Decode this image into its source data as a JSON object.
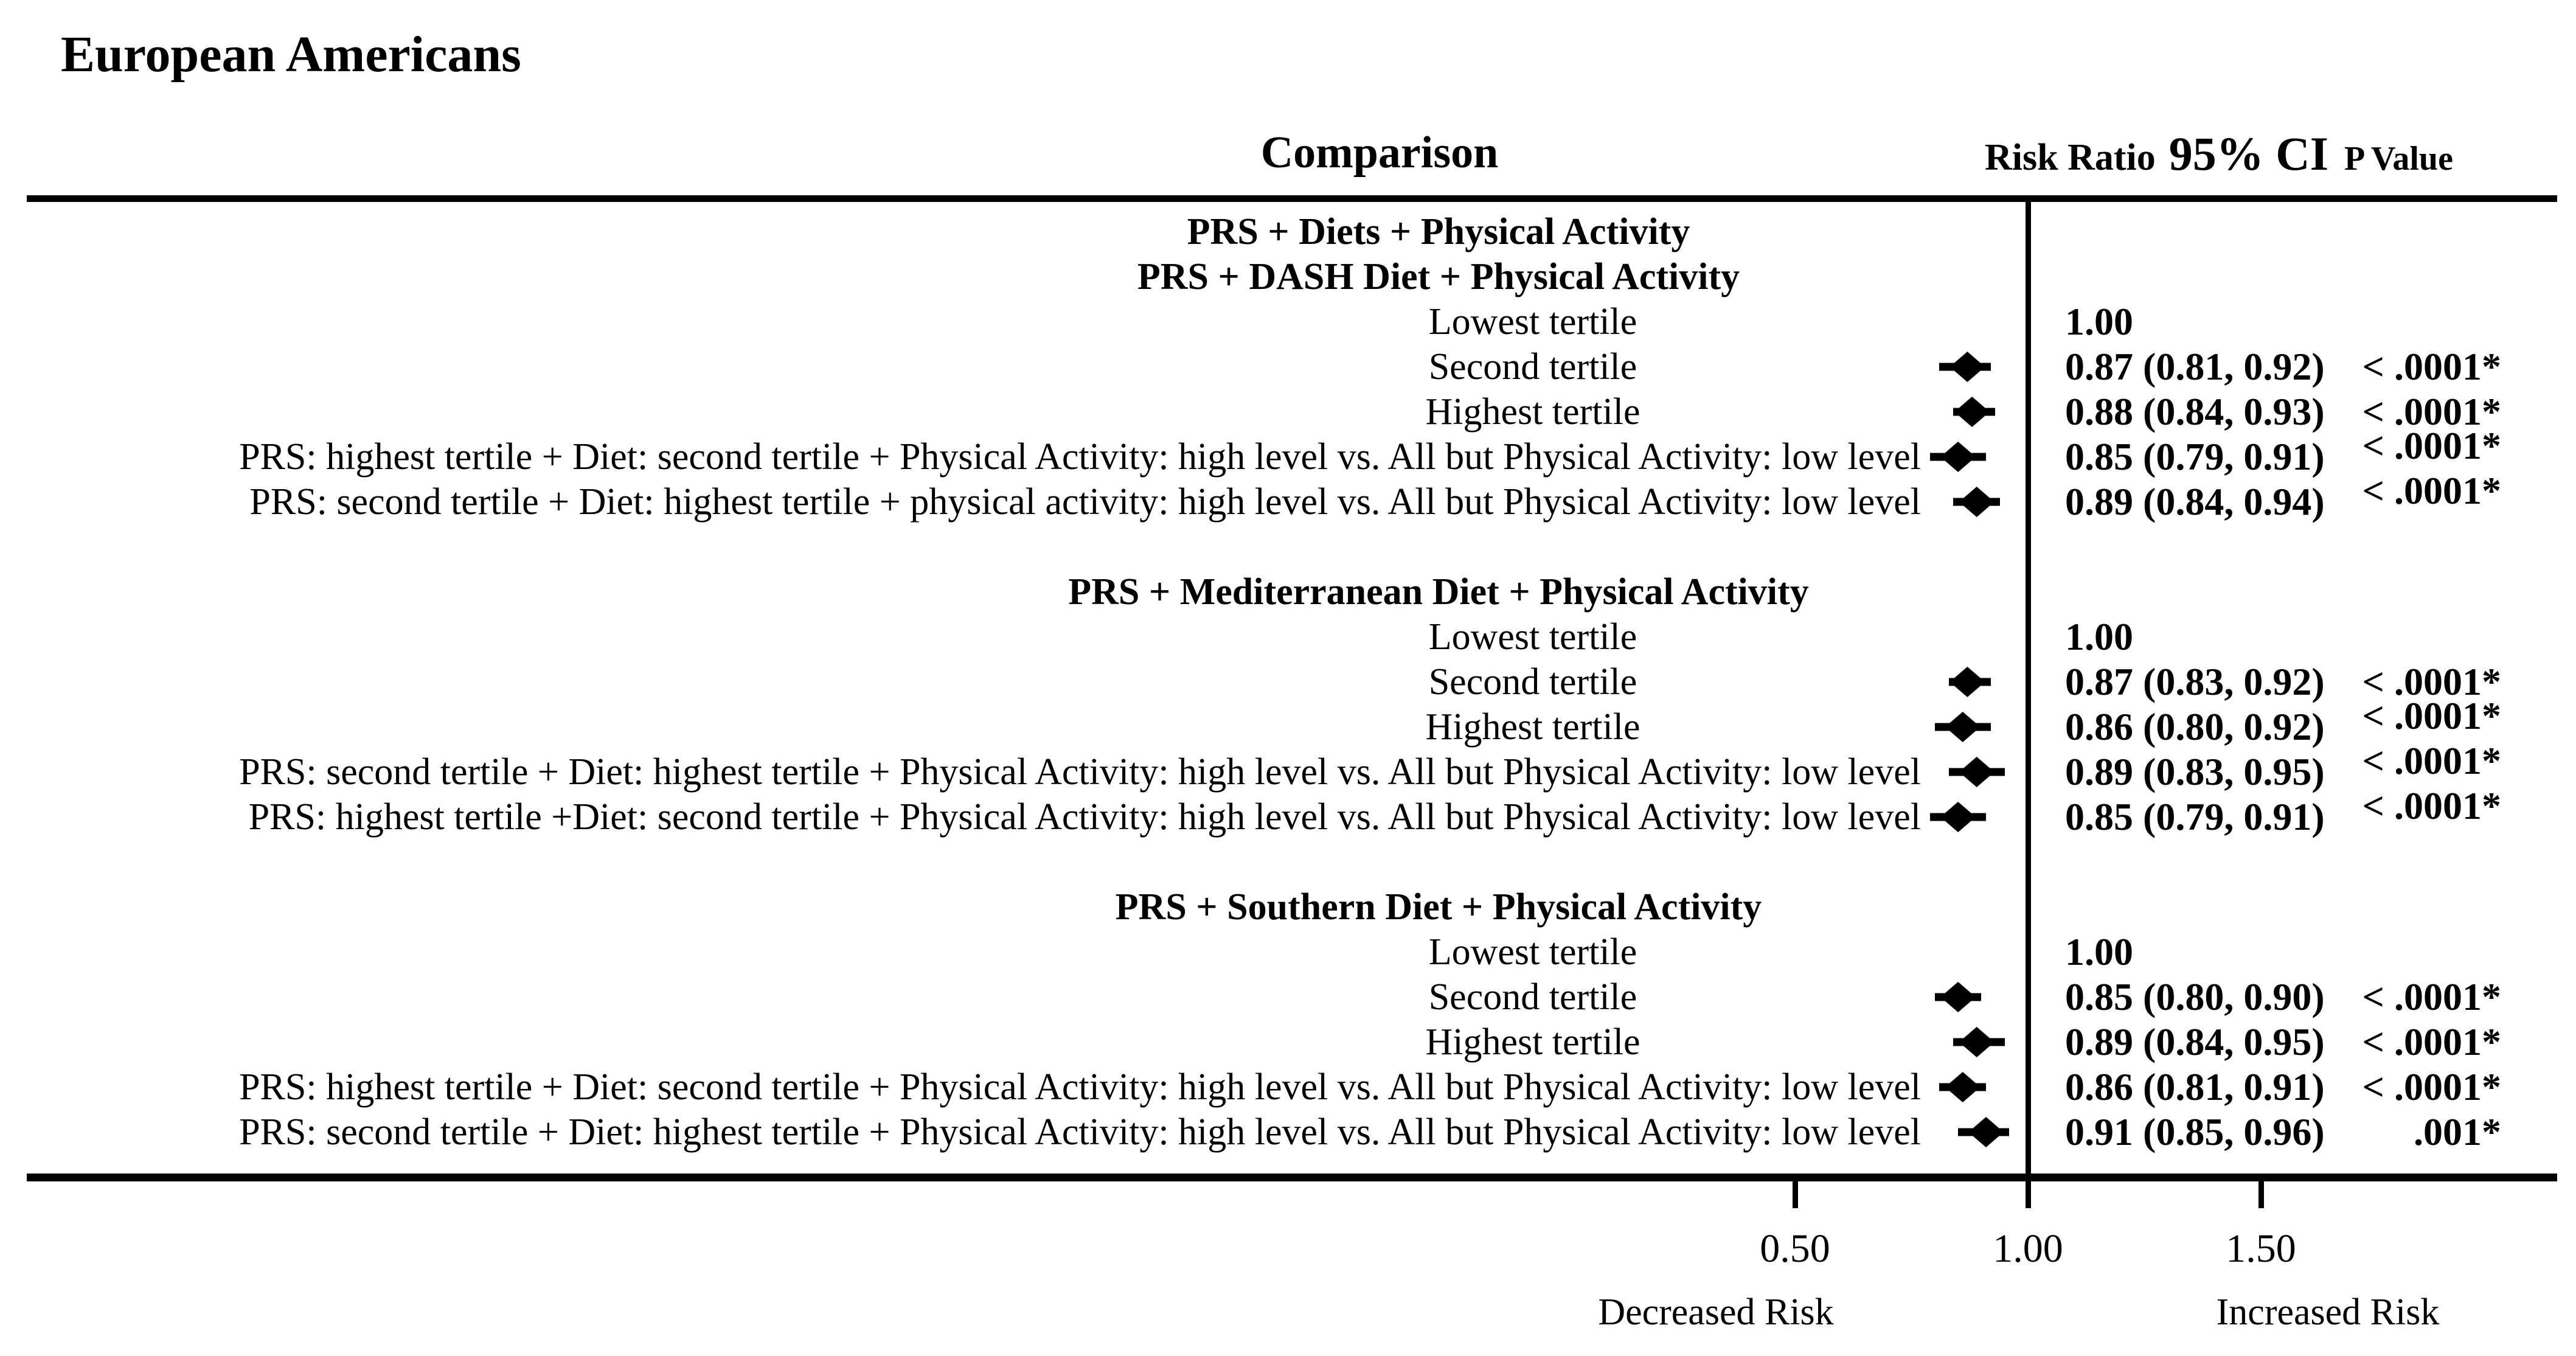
{
  "chart_data": {
    "type": "forest",
    "title": "European Americans",
    "columns": {
      "comparison": "Comparison",
      "risk_ratio": "Risk Ratio",
      "ci": "95% CI",
      "p_value": "P Value"
    },
    "x_axis": {
      "scale": "linear",
      "reference_line": 1.0,
      "ticks": [
        {
          "label": "0.50",
          "value": 0.5
        },
        {
          "label": "1.00",
          "value": 1.0
        },
        {
          "label": "1.50",
          "value": 1.5
        }
      ],
      "left_region_label": "Decreased Risk",
      "right_region_label": "Increased Risk"
    },
    "groups": [
      {
        "headers": [
          "PRS + Diets + Physical Activity",
          "PRS + DASH Diet + Physical Activity"
        ],
        "rows": [
          {
            "label": "Lowest tertile",
            "label_style": "short",
            "rr_text": "1.00",
            "p_text": "",
            "estimate": null,
            "ci_low": null,
            "ci_high": null,
            "p_raised": false
          },
          {
            "label": "Second tertile",
            "label_style": "short",
            "rr_text": "0.87 (0.81, 0.92)",
            "p_text": "< .0001*",
            "estimate": 0.87,
            "ci_low": 0.81,
            "ci_high": 0.92,
            "p_raised": false
          },
          {
            "label": "Highest tertile",
            "label_style": "short",
            "rr_text": "0.88 (0.84, 0.93)",
            "p_text": "< .0001*",
            "estimate": 0.88,
            "ci_low": 0.84,
            "ci_high": 0.93,
            "p_raised": false
          },
          {
            "label": "PRS: highest tertile + Diet: second tertile + Physical Activity: high level vs. All but Physical Activity: low level",
            "label_style": "long",
            "rr_text": "0.85 (0.79, 0.91)",
            "p_text": "< .0001*",
            "estimate": 0.85,
            "ci_low": 0.79,
            "ci_high": 0.91,
            "p_raised": true
          },
          {
            "label": "PRS: second tertile + Diet: highest tertile + physical activity: high level vs. All but Physical Activity: low level",
            "label_style": "long",
            "rr_text": "0.89 (0.84, 0.94)",
            "p_text": "< .0001*",
            "estimate": 0.89,
            "ci_low": 0.84,
            "ci_high": 0.94,
            "p_raised": true
          }
        ]
      },
      {
        "headers": [
          "PRS + Mediterranean Diet + Physical Activity"
        ],
        "rows": [
          {
            "label": "Lowest tertile",
            "label_style": "short",
            "rr_text": "1.00",
            "p_text": "",
            "estimate": null,
            "ci_low": null,
            "ci_high": null,
            "p_raised": false
          },
          {
            "label": "Second tertile",
            "label_style": "short",
            "rr_text": "0.87 (0.83, 0.92)",
            "p_text": "< .0001*",
            "estimate": 0.87,
            "ci_low": 0.83,
            "ci_high": 0.92,
            "p_raised": false
          },
          {
            "label": "Highest tertile",
            "label_style": "short",
            "rr_text": "0.86 (0.80, 0.92)",
            "p_text": "< .0001*",
            "estimate": 0.86,
            "ci_low": 0.8,
            "ci_high": 0.92,
            "p_raised": true
          },
          {
            "label": "PRS: second tertile + Diet: highest tertile + Physical Activity: high level vs. All but Physical Activity: low level",
            "label_style": "long",
            "rr_text": "0.89 (0.83, 0.95)",
            "p_text": "< .0001*",
            "estimate": 0.89,
            "ci_low": 0.83,
            "ci_high": 0.95,
            "p_raised": true
          },
          {
            "label": "PRS: highest tertile +Diet: second tertile + Physical Activity: high level vs. All but Physical Activity: low level",
            "label_style": "long",
            "rr_text": "0.85 (0.79, 0.91)",
            "p_text": "< .0001*",
            "estimate": 0.85,
            "ci_low": 0.79,
            "ci_high": 0.91,
            "p_raised": true
          }
        ]
      },
      {
        "headers": [
          "PRS + Southern Diet + Physical Activity"
        ],
        "rows": [
          {
            "label": "Lowest tertile",
            "label_style": "short",
            "rr_text": "1.00",
            "p_text": "",
            "estimate": null,
            "ci_low": null,
            "ci_high": null,
            "p_raised": false
          },
          {
            "label": "Second tertile",
            "label_style": "short",
            "rr_text": "0.85 (0.80, 0.90)",
            "p_text": "< .0001*",
            "estimate": 0.85,
            "ci_low": 0.8,
            "ci_high": 0.9,
            "p_raised": false
          },
          {
            "label": "Highest tertile",
            "label_style": "short",
            "rr_text": "0.89 (0.84, 0.95)",
            "p_text": "< .0001*",
            "estimate": 0.89,
            "ci_low": 0.84,
            "ci_high": 0.95,
            "p_raised": false
          },
          {
            "label": "PRS: highest tertile + Diet: second tertile + Physical Activity: high level vs. All but Physical Activity: low level",
            "label_style": "long",
            "rr_text": "0.86 (0.81, 0.91)",
            "p_text": "< .0001*",
            "estimate": 0.86,
            "ci_low": 0.81,
            "ci_high": 0.91,
            "p_raised": false
          },
          {
            "label": "PRS: second tertile + Diet: highest tertile + Physical Activity: high level vs. All but Physical Activity: low level",
            "label_style": "long",
            "rr_text": "0.91 (0.85, 0.96)",
            "p_text": ".001*",
            "estimate": 0.91,
            "ci_low": 0.85,
            "ci_high": 0.96,
            "p_raised": false
          }
        ]
      }
    ]
  }
}
